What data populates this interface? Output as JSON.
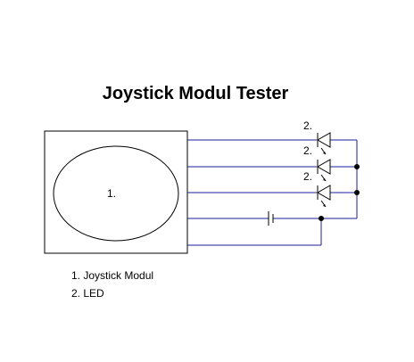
{
  "title": "Joystick Modul Tester",
  "module_label": "1.",
  "led_labels": [
    "2.",
    "2.",
    "2."
  ],
  "legend": [
    "1. Joystick Modul",
    "2. LED"
  ]
}
